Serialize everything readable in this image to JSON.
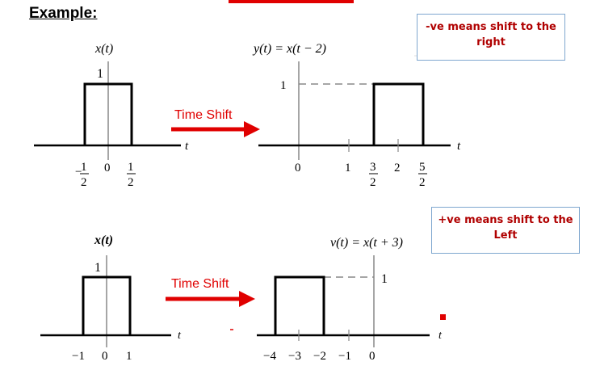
{
  "title": "Example:",
  "notes": {
    "right_shift": "-ve means shift to the right",
    "left_shift": "+ve means shift to the Left"
  },
  "arrows": {
    "top_label": "Time Shift",
    "bottom_label": "Time Shift"
  },
  "colors": {
    "accent": "#e00000",
    "note_text": "#b00000",
    "note_border": "#7fa7cf",
    "axis": "#888888"
  },
  "plot1": {
    "label": "x(t)",
    "amp_label": "1",
    "axis_label": "t",
    "ticks": [
      {
        "value": "-0.5",
        "num": "1",
        "den": "2",
        "sign": "−"
      },
      {
        "value": "0",
        "text": "0"
      },
      {
        "value": "0.5",
        "num": "1",
        "den": "2"
      }
    ],
    "pulse": {
      "start": -0.5,
      "end": 0.5,
      "height": 1
    }
  },
  "plot2": {
    "label": "y(t) = x(t − 2)",
    "amp_label": "1",
    "axis_label": "t",
    "ticks": [
      {
        "value": "0",
        "text": "0"
      },
      {
        "value": "1",
        "text": "1"
      },
      {
        "value": "1.5",
        "num": "3",
        "den": "2"
      },
      {
        "value": "2",
        "text": "2"
      },
      {
        "value": "2.5",
        "num": "5",
        "den": "2"
      }
    ],
    "pulse": {
      "start": 1.5,
      "end": 2.5,
      "height": 1
    }
  },
  "plot3": {
    "label": "x(t)",
    "amp_label": "1",
    "axis_label": "t",
    "ticks": [
      "−1",
      "0",
      "1"
    ],
    "pulse": {
      "start": -1,
      "end": 1,
      "height": 1
    }
  },
  "plot4": {
    "label": "v(t) = x(t + 3)",
    "amp_label": "1",
    "axis_label": "t",
    "ticks": [
      "−4",
      "−3",
      "−2",
      "−1",
      "0"
    ],
    "pulse": {
      "start": -4,
      "end": -2,
      "height": 1
    }
  }
}
